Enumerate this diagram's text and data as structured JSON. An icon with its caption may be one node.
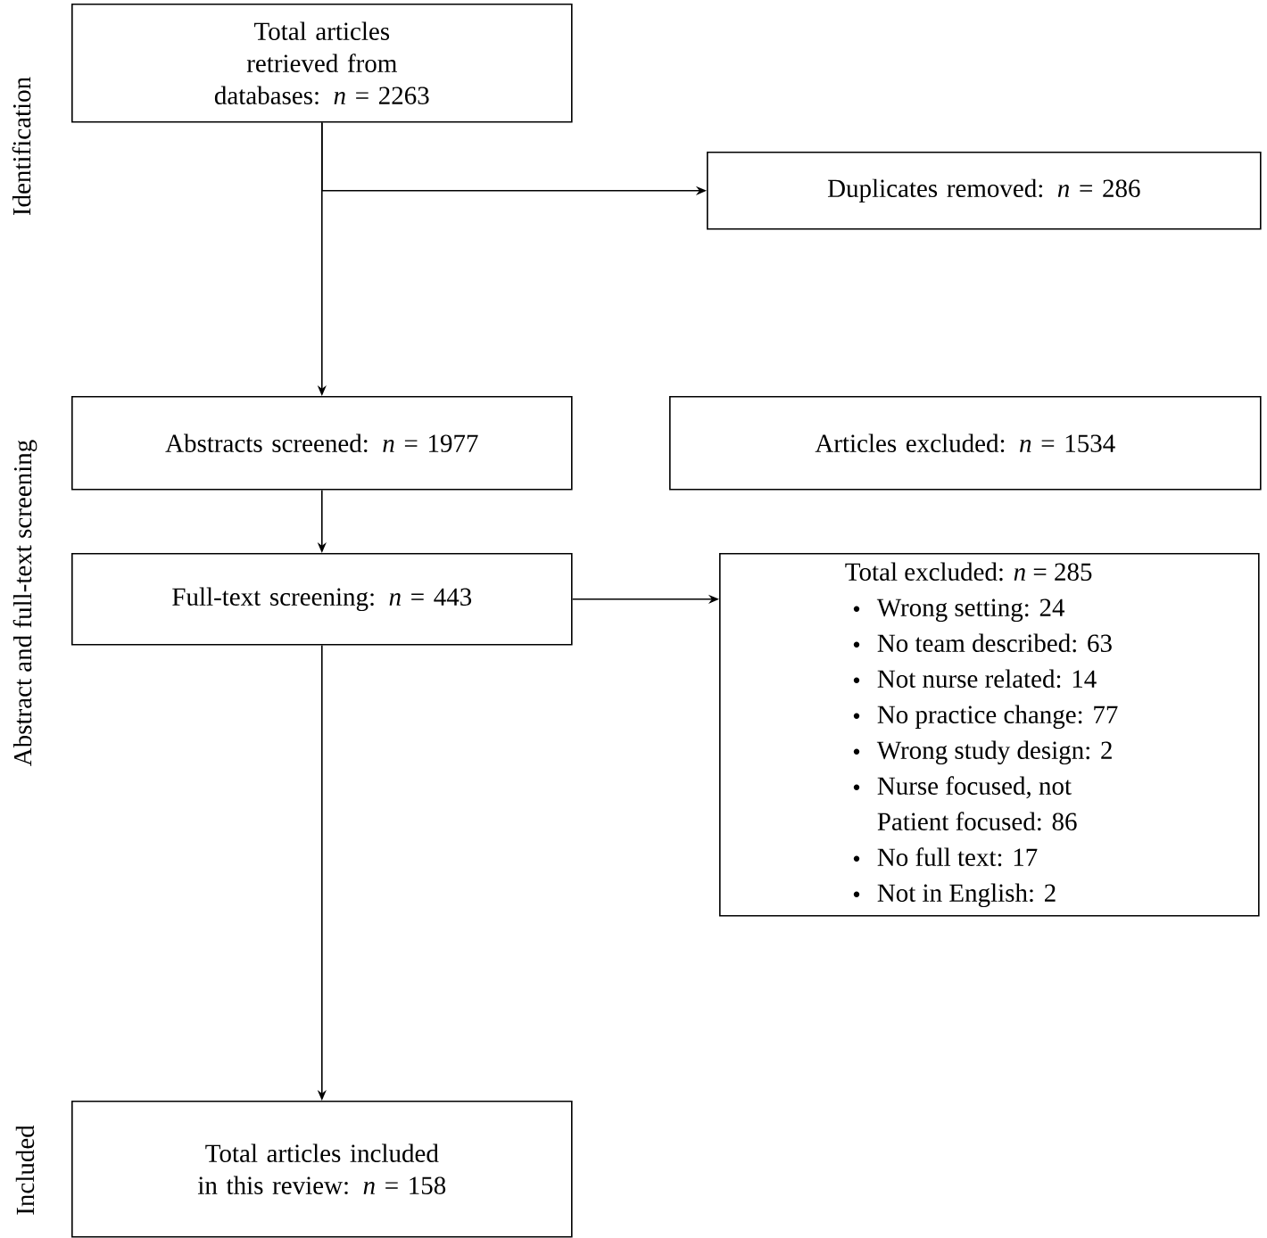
{
  "diagram": {
    "nodes": [
      {
        "text": [
          "Total articles retrieved from databases: *n* = 2263"
        ]
      },
      {
        "text": [
          "Duplicates removed: *n* = 286"
        ]
      },
      {
        "text": [
          "Abstracts screened: *n* = 1977"
        ]
      },
      {
        "text": [
          "Articles excluded: *n* = 1534"
        ]
      },
      {
        "text": [
          "Full-text screening: *n* = 443"
        ]
      },
      {
        "text": [
          "Total excluded: *n* = 285",
          "Wrong setting: 24",
          "No team described: 63",
          "Not nurse related: 14",
          "No practice change: 77",
          "Wrong study design: 2",
          "Nurse focused, not Patient focused: 86",
          "No full text: 17",
          "Not in English: 2"
        ]
      },
      {
        "text": [
          "Total articles included in this review: *n* = 158"
        ]
      }
    ],
    "edges": [
      {
        "from": 0,
        "to": 1,
        "arrow": "to"
      },
      {
        "from": 0,
        "to": 2,
        "arrow": "to"
      },
      {
        "from": 2,
        "to": 4,
        "arrow": "to"
      },
      {
        "from": 4,
        "to": 5,
        "arrow": "to"
      },
      {
        "from": 4,
        "to": 6,
        "arrow": "to"
      }
    ],
    "labels": [
      "Identification",
      "Abstract and full-text screening",
      "Included"
    ]
  }
}
